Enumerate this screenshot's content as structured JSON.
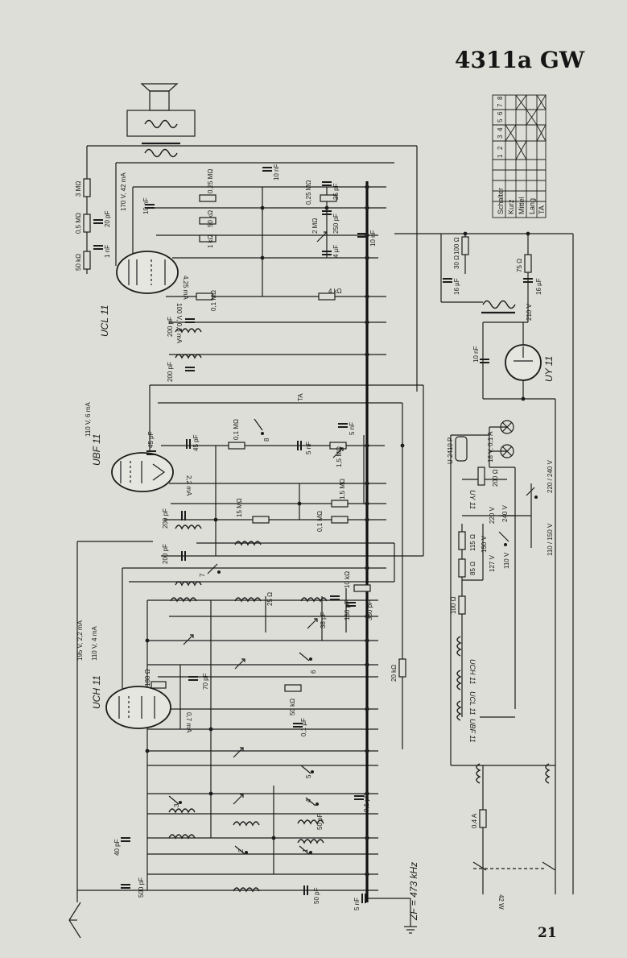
{
  "title": "4311a GW",
  "page_number": "21",
  "switch_table": {
    "row_labels": [
      "Schalter",
      "Kurz",
      "Mittel",
      "Lang",
      "TA"
    ],
    "column_labels": [
      "1",
      "2",
      "3",
      "4",
      "5",
      "6",
      "7",
      "8"
    ]
  },
  "tubes": {
    "ucl11": "UCL 11",
    "ubf11": "UBF 11",
    "uch11": "UCH 11",
    "uy11": "UY 11"
  },
  "heater_chain": {
    "ucl11": "UCL 11",
    "ubf11": "UBF 11",
    "uch11": "UCH 11",
    "uy11": "UY 11"
  },
  "values_top": [
    "3 MΩ",
    "0,5 MΩ",
    "20 pF",
    "1 nF",
    "50 kΩ",
    "170 V, 42 mA",
    "10 nF",
    "0,25 MΩ",
    "50 kΩ",
    "1 kΩ",
    "10 nF",
    "0,25 MΩ",
    "25 pF",
    "2 MΩ",
    "250 pF",
    "4 µF",
    "10 nF",
    "4 kΩ",
    "0,1 MΩ",
    "4,25 mA",
    "100 V, 0,3 mA"
  ],
  "values_mid": [
    "200 pF",
    "200 pF",
    "110 V, 6 mA",
    "45 pF",
    "45 pF",
    "0,1 MΩ",
    "8",
    "TA",
    "5 nF",
    "5 nF",
    "1,5 MΩ",
    "1,5 MΩ",
    "2,2 mA",
    "15 MΩ",
    "0,1 MΩ",
    "200 pF",
    "200 pF",
    "7"
  ],
  "values_low": [
    "195 V, 2,2 mA",
    "110 V, 4 mA",
    "25 Ω",
    "38 pF",
    "10 kΩ",
    "150 pF",
    "380 pF",
    "6",
    "180 Ω",
    "70 pF",
    "50 kΩ",
    "20 kΩ",
    "0,7 mA",
    "0,1 µF",
    "5",
    "3",
    "4",
    "50 pF",
    "0,1 µF",
    "40 pF",
    "2",
    "1",
    "500 pF",
    "50 pF",
    "5 nF"
  ],
  "power_values": [
    "100 Ω",
    "30 Ω",
    "16 µF",
    "75 Ω",
    "16 µF",
    "210 V",
    "10 nF",
    "U 2410 P",
    "18 V, 0,1 A",
    "200 Ω",
    "220 V",
    "240 V",
    "220 / 240 V",
    "115 Ω",
    "150 V",
    "85 Ω",
    "127 V",
    "110 V",
    "110 / 150 V",
    "100 Ω",
    "0,4 A",
    "42 W"
  ],
  "if_label": "ZF = 473 kHz"
}
